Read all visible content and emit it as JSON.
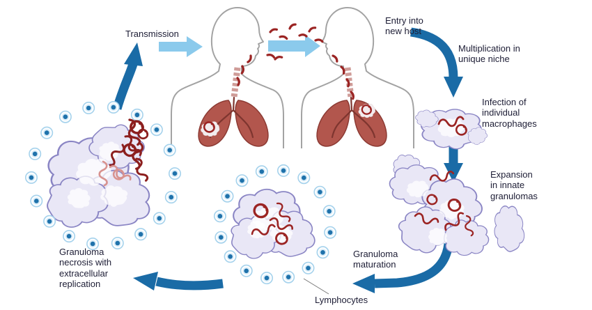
{
  "diagram": {
    "name": "tb-infection-cycle",
    "labels": {
      "transmission": "Transmission",
      "entry_new_host": "Entry into\nnew host",
      "multiplication_niche": "Multiplication in\nunique niche",
      "infection_macrophages": "Infection of\nindividual\nmacrophages",
      "expansion_granulomas": "Expansion\nin innate\ngranulomas",
      "granuloma_maturation": "Granuloma\nmaturation",
      "lymphocytes": "Lymphocytes",
      "granuloma_necrosis": "Granuloma\nnecrosis with\nextracellular\nreplication"
    },
    "colors": {
      "cycle_arrow": "#1a6ba6",
      "light_arrow": "#8bcaec",
      "bacteria": "#9b2423",
      "bacteria_dark": "#8c1f1e",
      "bacteria_light": "#d8928f",
      "lung": "#b2564d",
      "cell_fill": "#e9e7f6",
      "cell_stroke": "#8a85c4",
      "lymphocyte_dot": "#1f72ab",
      "text": "#1d1d35"
    }
  }
}
